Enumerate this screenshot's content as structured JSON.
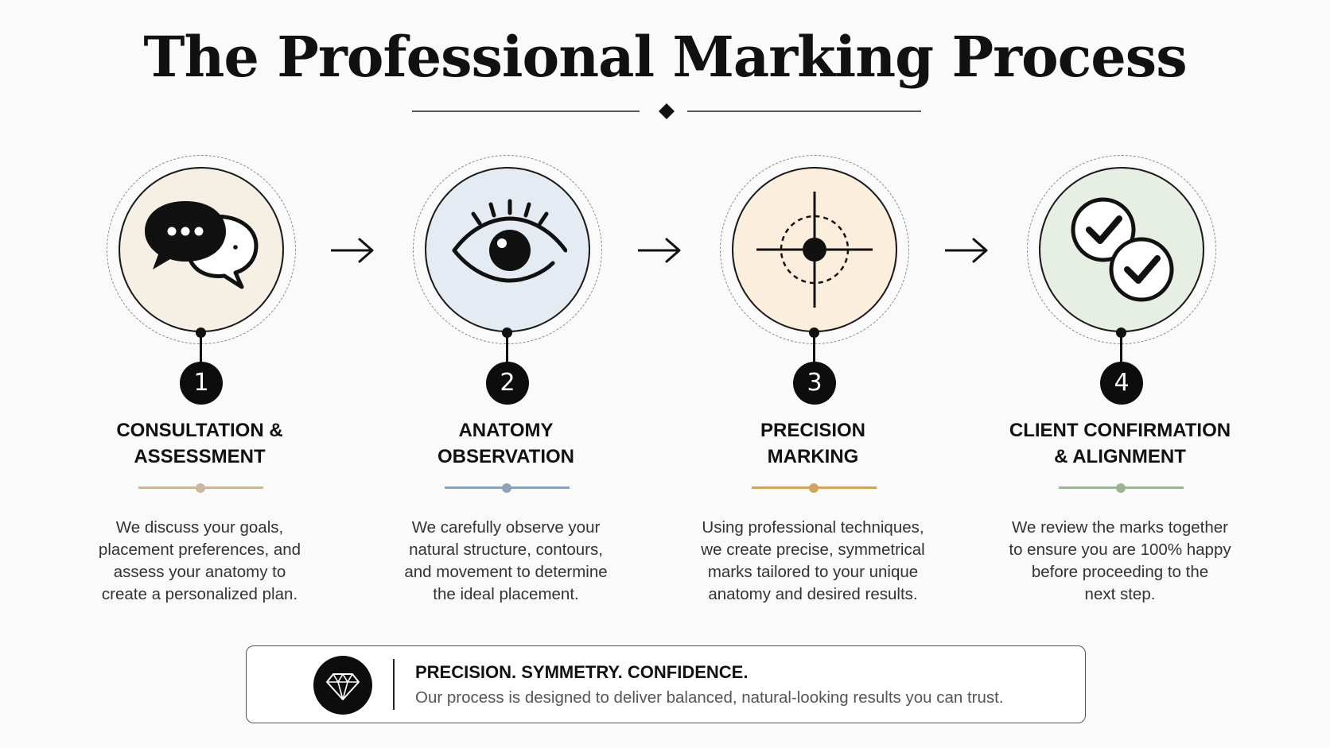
{
  "title": "The Professional Marking Process",
  "steps": [
    {
      "number": "1",
      "title_line1": "CONSULTATION &",
      "title_line2": "ASSESSMENT",
      "icon": "speech-bubbles-icon",
      "disc_color": "#f6efe4",
      "accent_color": "#c9b89e",
      "description": [
        "We discuss your goals,",
        "placement preferences, and",
        "assess your anatomy to",
        "create a personalized plan."
      ]
    },
    {
      "number": "2",
      "title_line1": "ANATOMY",
      "title_line2": "OBSERVATION",
      "icon": "eye-icon",
      "disc_color": "#e5ebf3",
      "accent_color": "#8fa3b8",
      "description": [
        "We carefully observe your",
        "natural structure, contours,",
        "and movement to determine",
        "the ideal placement."
      ]
    },
    {
      "number": "3",
      "title_line1": "PRECISION",
      "title_line2": "MARKING",
      "icon": "crosshair-icon",
      "disc_color": "#fbeedc",
      "accent_color": "#d0a55e",
      "description": [
        "Using professional techniques,",
        "we create precise, symmetrical",
        "marks tailored to your unique",
        "anatomy and desired results."
      ]
    },
    {
      "number": "4",
      "title_line1": "CLIENT CONFIRMATION",
      "title_line2": "& ALIGNMENT",
      "icon": "double-check-icon",
      "disc_color": "#e7eee3",
      "accent_color": "#9db596",
      "description": [
        "We review the marks together",
        "to ensure you are 100% happy",
        "before proceeding to the",
        "next step."
      ]
    }
  ],
  "banner": {
    "icon": "diamond-icon",
    "heading": "PRECISION. SYMMETRY. CONFIDENCE.",
    "text": "Our process is designed to deliver balanced, natural-looking results you can trust."
  }
}
